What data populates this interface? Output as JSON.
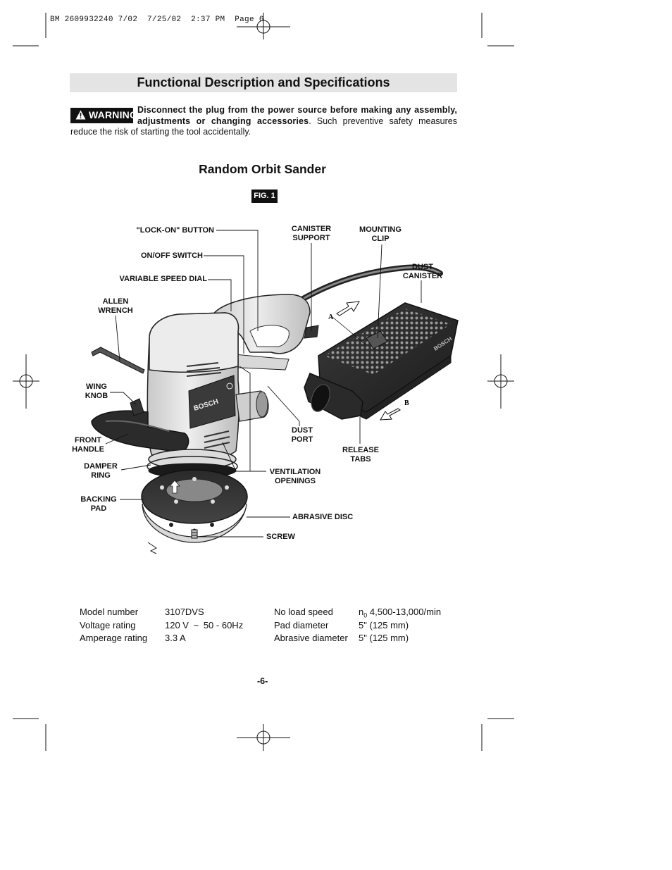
{
  "slug_line": "BM 2609932240 7/02  7/25/02  2:37 PM  Page 6",
  "page_title": "Functional Description and Specifications",
  "warning": {
    "badge_label": "WARNING",
    "bold_text": "Disconnect the plug from the power source before making any assembly, adjustments or changing accessories",
    "normal_text": ".  Such preventive safety measures reduce the risk of starting the tool accidentally."
  },
  "section_title": "Random Orbit Sander",
  "figure_label": "FIG. 1",
  "figure_letters": {
    "a": "A",
    "b": "B"
  },
  "brand_marks": {
    "body": "BOSCH",
    "canister": "BOSCH"
  },
  "callouts": {
    "lock_on_button": "\"LOCK-ON\" BUTTON",
    "on_off_switch": "ON/OFF SWITCH",
    "variable_speed_dial": "VARIABLE SPEED DIAL",
    "allen_wrench_1": "ALLEN",
    "allen_wrench_2": "WRENCH",
    "wing_knob_1": "WING",
    "wing_knob_2": "KNOB",
    "front_handle_1": "FRONT",
    "front_handle_2": "HANDLE",
    "damper_ring_1": "DAMPER",
    "damper_ring_2": "RING",
    "backing_pad_1": "BACKING",
    "backing_pad_2": "PAD",
    "canister_support_1": "CANISTER",
    "canister_support_2": "SUPPORT",
    "mounting_clip_1": "MOUNTING",
    "mounting_clip_2": "CLIP",
    "dust_canister_1": "DUST",
    "dust_canister_2": "CANISTER",
    "dust_port_1": "DUST",
    "dust_port_2": "PORT",
    "release_tabs_1": "RELEASE",
    "release_tabs_2": "TABS",
    "ventilation_openings_1": "VENTILATION",
    "ventilation_openings_2": "OPENINGS",
    "abrasive_disc": "ABRASIVE DISC",
    "screw": "SCREW"
  },
  "specs": {
    "left": [
      {
        "label": "Model number",
        "value": "3107DVS"
      },
      {
        "label": "Voltage rating",
        "value_pre": "120 V",
        "value_symbol": "~",
        "value_post": "50 - 60Hz"
      },
      {
        "label": "Amperage rating",
        "value": "3.3 A"
      }
    ],
    "right": [
      {
        "label": "No load speed",
        "value_prefix": "n",
        "value_sub": "0",
        "value": "4,500-13,000/min"
      },
      {
        "label": "Pad diameter",
        "value": "5\" (125 mm)"
      },
      {
        "label": "Abrasive diameter",
        "value": "5\" (125 mm)"
      }
    ]
  },
  "page_number": "-6-"
}
